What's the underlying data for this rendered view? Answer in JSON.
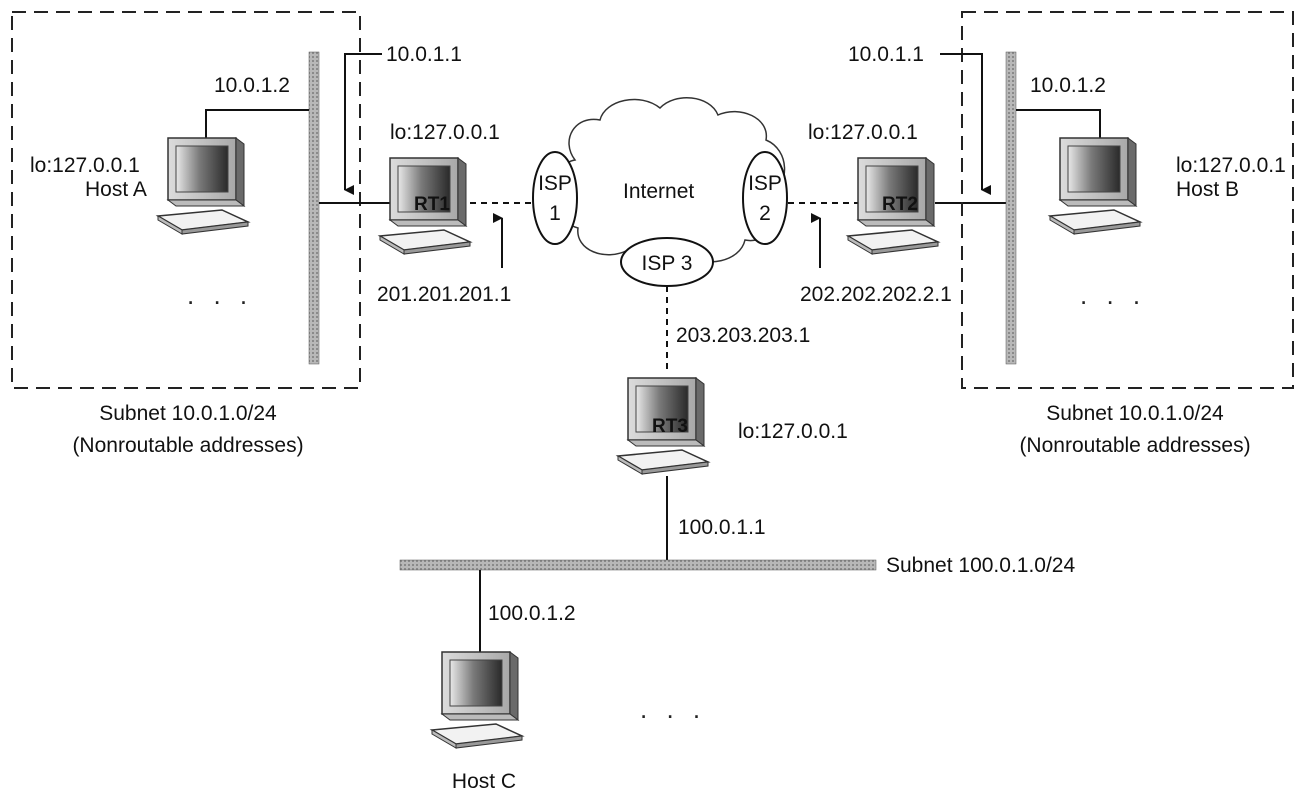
{
  "left_subnet": {
    "gateway_ip": "10.0.1.1",
    "host_ip": "10.0.1.2",
    "host_loopback": "lo:127.0.0.1",
    "host_name": "Host A",
    "ellipsis": ". . .",
    "subnet_label": "Subnet 10.0.1.0/24",
    "subnet_note": "(Nonroutable addresses)"
  },
  "right_subnet": {
    "gateway_ip": "10.0.1.1",
    "host_ip": "10.0.1.2",
    "host_loopback": "lo:127.0.0.1",
    "host_name": "Host B",
    "ellipsis": ". . .",
    "subnet_label": "Subnet 10.0.1.0/24",
    "subnet_note": "(Nonroutable addresses)"
  },
  "routers": {
    "rt1": {
      "name": "RT1",
      "loopback": "lo:127.0.0.1",
      "external_ip": "201.201.201.1"
    },
    "rt2": {
      "name": "RT2",
      "loopback": "lo:127.0.0.1",
      "external_ip": "202.202.202.2.1"
    },
    "rt3": {
      "name": "RT3",
      "loopback": "lo:127.0.0.1",
      "external_ip": "203.203.203.1",
      "internal_ip": "100.0.1.1"
    }
  },
  "internet": {
    "label": "Internet",
    "isp1": [
      "ISP",
      "1"
    ],
    "isp2": [
      "ISP",
      "2"
    ],
    "isp3": "ISP 3"
  },
  "bottom_subnet": {
    "subnet_label": "Subnet 100.0.1.0/24",
    "host_ip": "100.0.1.2",
    "host_name": "Host C",
    "ellipsis": ". . ."
  },
  "colors": {
    "line": "#111111",
    "bus_fill": "#b0b0b0",
    "cloud_fill": "#ffffff"
  }
}
